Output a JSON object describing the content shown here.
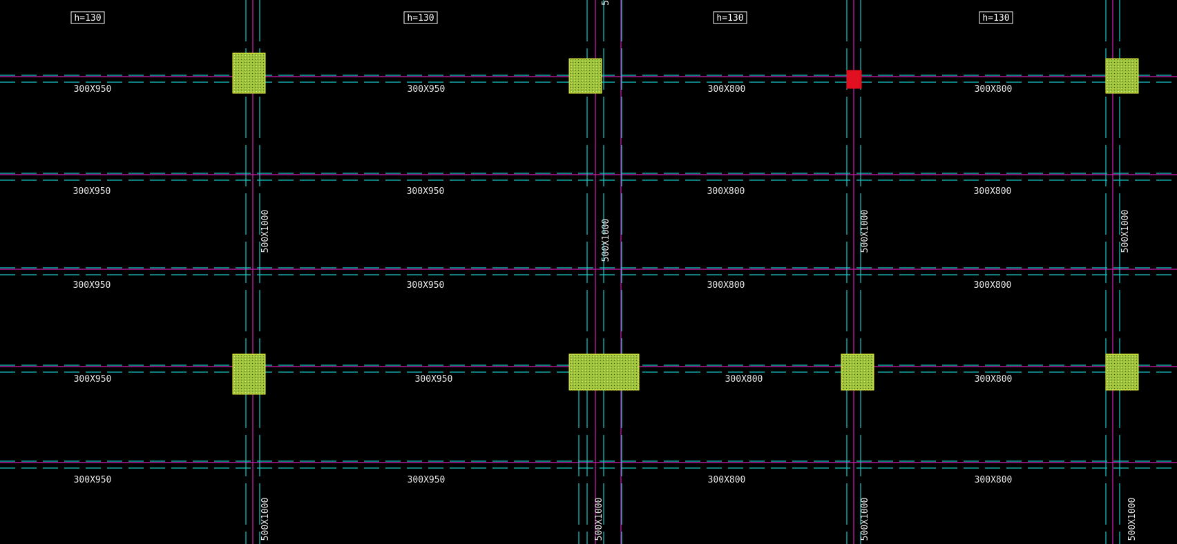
{
  "colors": {
    "background": "#000000",
    "beam_dash": "#19c8c8",
    "axis": "#d21eb4",
    "label": "#e8e8e8",
    "column_fill": "#9ec23a",
    "column_edge": "#e6f040",
    "column_selected": "#e01020"
  },
  "slab_tags": [
    "h=130",
    "h=130",
    "h=130",
    "h=130"
  ],
  "beam_rows": [
    [
      "300X950",
      "300X950",
      "300X800",
      "300X800"
    ],
    [
      "300X950",
      "300X950",
      "300X800",
      "300X800"
    ],
    [
      "300X950",
      "300X950",
      "300X800",
      "300X800"
    ],
    [
      "300X950",
      "300X950",
      "300X800",
      "300X800"
    ],
    [
      "300X950",
      "300X950",
      "300X800",
      "300X800"
    ]
  ],
  "vertical_beam_labels": [
    "500X1000",
    "500X1000",
    "500X1000",
    "500X1000",
    "500X1000",
    "500X1000",
    "500X1000",
    "500X1000"
  ],
  "top_cut_label": "5"
}
